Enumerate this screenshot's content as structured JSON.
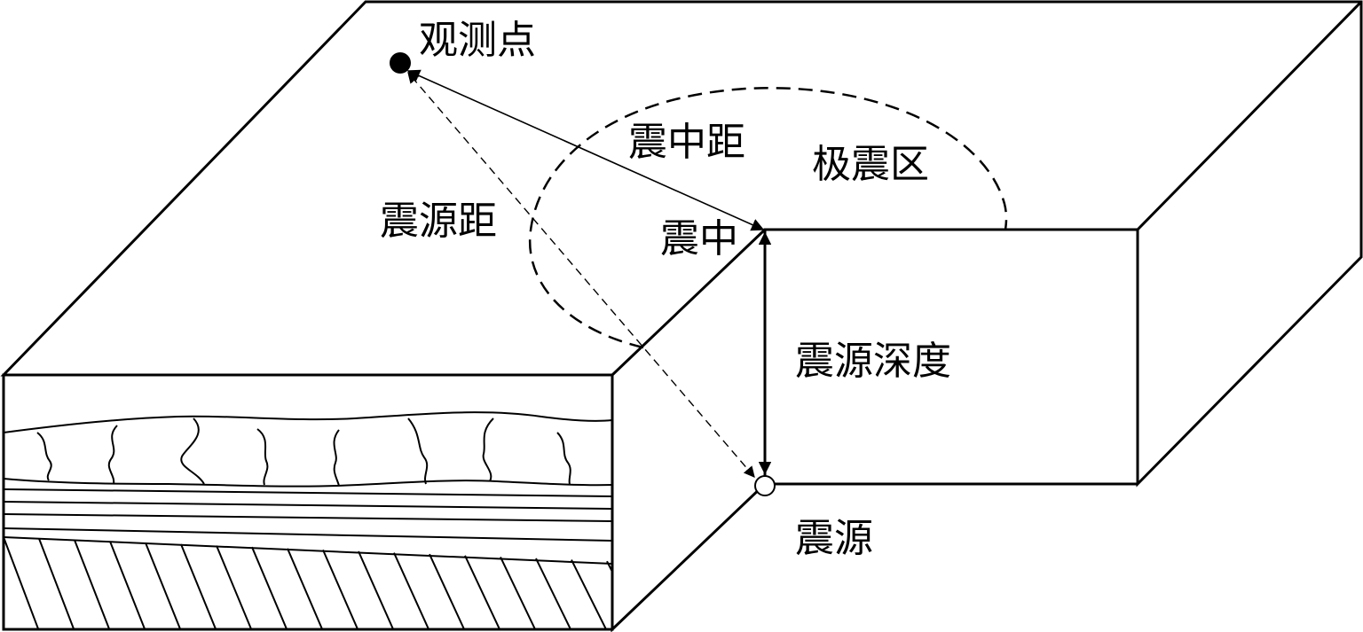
{
  "labels": {
    "observation_point": "观测点",
    "epicentral_distance": "震中距",
    "meizoseismal_area": "极震区",
    "hypocentral_distance": "震源距",
    "epicenter": "震中",
    "focal_depth": "震源深度",
    "hypocenter": "震源"
  },
  "colors": {
    "line": "#000000",
    "background": "#ffffff"
  }
}
